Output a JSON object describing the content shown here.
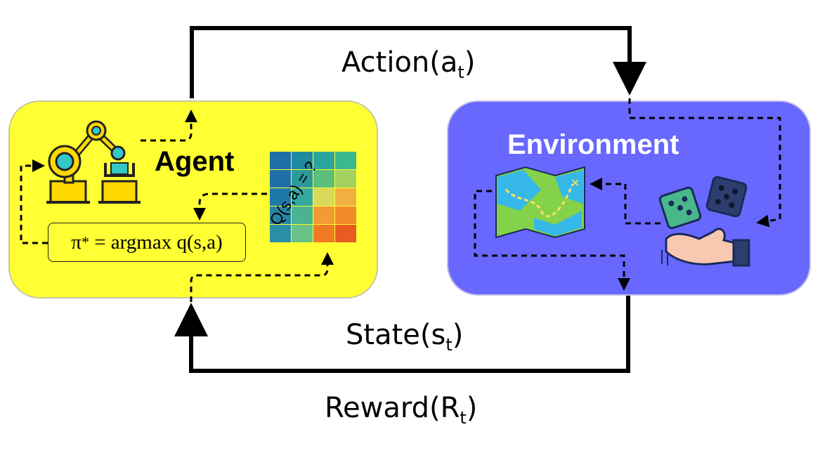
{
  "agent": {
    "title": "Agent"
  },
  "environment": {
    "title": "Environment"
  },
  "flows": {
    "action": {
      "text": "Action(a",
      "sub": "t",
      "close": ")"
    },
    "state": {
      "text": "State(s",
      "sub": "t",
      "close": ")"
    },
    "reward": {
      "text": "Reward(R",
      "sub": "t",
      "close": ")"
    }
  },
  "policy": {
    "pi": "π",
    "star": "*",
    "rest": "= argmax q(s,a)"
  },
  "q_table": {
    "label": "Q(s,a) = ?"
  },
  "icons": [
    "robot-arm-icon",
    "q-table-heatmap-icon",
    "treasure-map-icon",
    "dice-icon",
    "hand-icon"
  ],
  "colors": {
    "agent_bg": "#ffff33",
    "environment_bg": "#6868ff",
    "arrow": "#000000"
  }
}
